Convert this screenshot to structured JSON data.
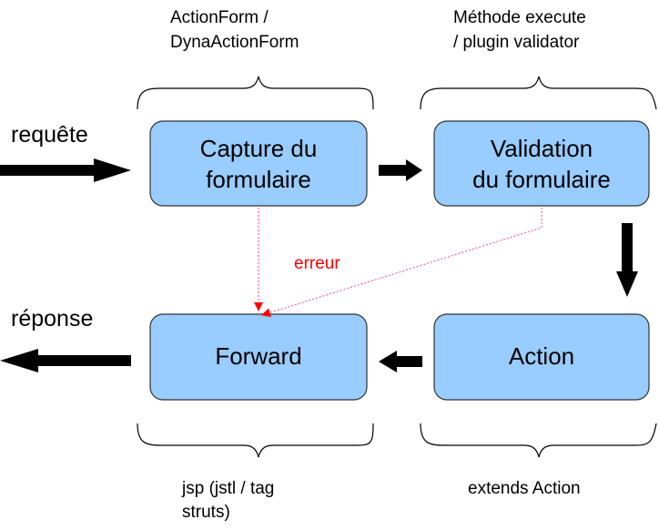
{
  "boxes": {
    "capture": {
      "line1": "Capture du",
      "line2": "formulaire"
    },
    "validation": {
      "line1": "Validation",
      "line2": "du formulaire"
    },
    "forward": {
      "label": "Forward"
    },
    "action": {
      "label": "Action"
    }
  },
  "annotations": {
    "capture_top": {
      "line1": "ActionForm /",
      "line2": "DynaActionForm"
    },
    "validation_top": {
      "line1": "Méthode execute",
      "line2": "/ plugin validator"
    },
    "forward_bottom": {
      "line1": "jsp (jstl / tag",
      "line2": "struts)"
    },
    "action_bottom": {
      "line1": "extends Action"
    }
  },
  "labels": {
    "request": "requête",
    "response": "réponse",
    "error": "erreur"
  },
  "colors": {
    "box_fill": "#99ccff",
    "box_stroke": "#333333",
    "arrow": "#000000",
    "error": "#ff0000",
    "error_line": "#ff6699"
  }
}
